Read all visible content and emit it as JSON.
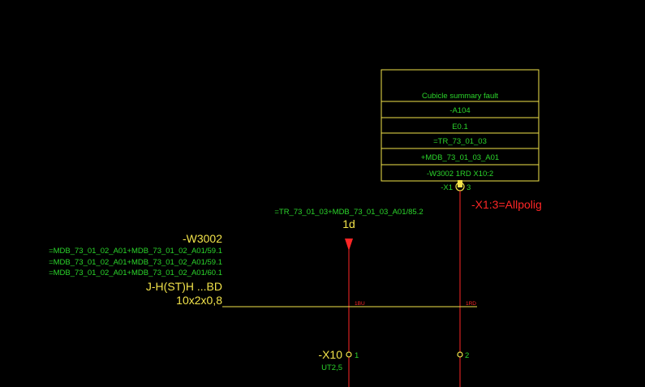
{
  "colors": {
    "background": "#000000",
    "green_text": "#2bd52b",
    "yellow": "#f2e34a",
    "red": "#ff2626"
  },
  "device_box": {
    "rows": [
      "Cubicle summary fault",
      "-A104",
      "E0.1",
      "=TR_73_01_03",
      "+MDB_73_01_03_A01",
      "-W3002 1RD X10:2"
    ],
    "terminal_label": "-X1",
    "terminal_number": "3"
  },
  "terminal_note": "-X1:3=Allpolig",
  "cross_ref": {
    "reference": "=TR_73_01_03+MDB_73_01_03_A01/85.2",
    "wire": "1d"
  },
  "cable": {
    "name": "-W3002",
    "refs": [
      "=MDB_73_01_02_A01+MDB_73_01_02_A01/59.1",
      "=MDB_73_01_02_A01+MDB_73_01_02_A01/59.1",
      "=MDB_73_01_02_A01+MDB_73_01_02_A01/60.1"
    ],
    "type": "J-H(ST)H ...BD",
    "spec": "10x2x0,8",
    "core_left": "1BU",
    "core_right": "1RD"
  },
  "terminal_strip": {
    "name": "-X10",
    "type": "UT2,5",
    "terminal_1": "1",
    "terminal_2": "2"
  }
}
